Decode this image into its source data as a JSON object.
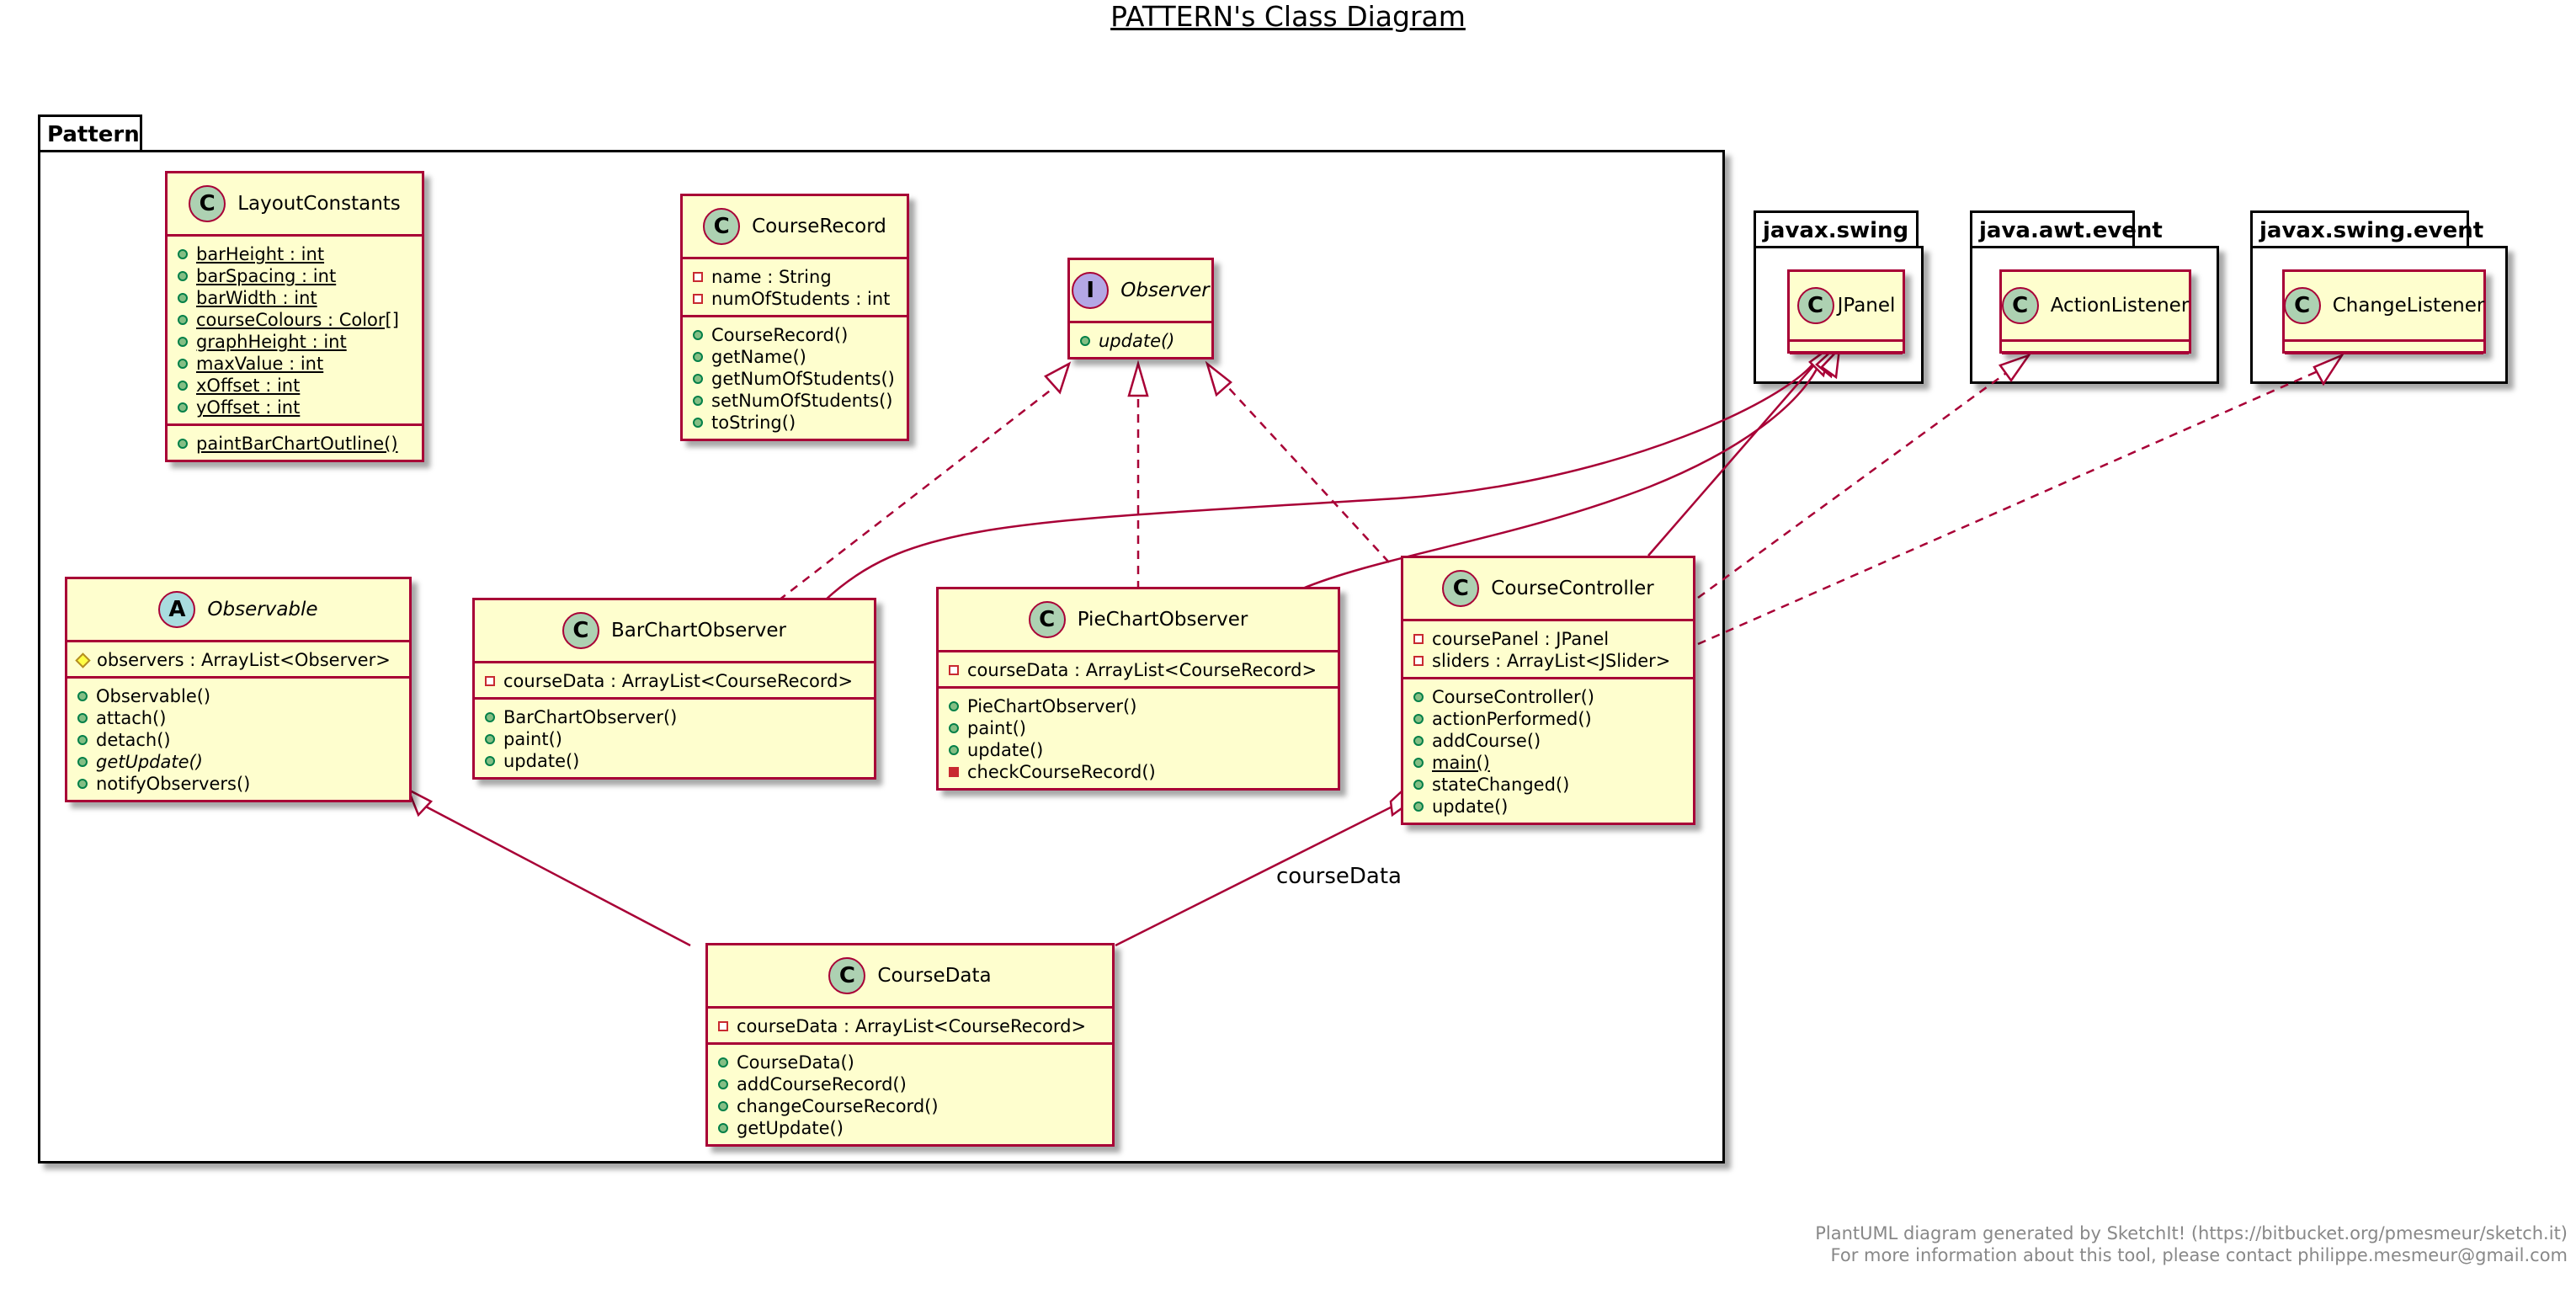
{
  "title": "PATTERN's Class Diagram",
  "packages": {
    "pattern": "Pattern",
    "javax_swing": "javax.swing",
    "java_awt_event": "java.awt.event",
    "javax_swing_event": "javax.swing.event"
  },
  "classes": {
    "layout_constants": {
      "name": "LayoutConstants",
      "kind": "C",
      "fields": [
        "barHeight : int",
        "barSpacing : int",
        "barWidth : int",
        "courseColours : Color[]",
        "graphHeight : int",
        "maxValue : int",
        "xOffset : int",
        "yOffset : int"
      ],
      "methods": [
        "paintBarChartOutline()"
      ]
    },
    "course_record": {
      "name": "CourseRecord",
      "kind": "C",
      "fields": [
        "name : String",
        "numOfStudents : int"
      ],
      "methods": [
        "CourseRecord()",
        "getName()",
        "getNumOfStudents()",
        "setNumOfStudents()",
        "toString()"
      ]
    },
    "observer": {
      "name": "Observer",
      "kind": "I",
      "methods": [
        "update()"
      ]
    },
    "observable": {
      "name": "Observable",
      "kind": "A",
      "fields": [
        "observers : ArrayList<Observer>"
      ],
      "methods": [
        "Observable()",
        "attach()",
        "detach()",
        "getUpdate()",
        "notifyObservers()"
      ]
    },
    "bar_chart_observer": {
      "name": "BarChartObserver",
      "kind": "C",
      "fields": [
        "courseData : ArrayList<CourseRecord>"
      ],
      "methods": [
        "BarChartObserver()",
        "paint()",
        "update()"
      ]
    },
    "pie_chart_observer": {
      "name": "PieChartObserver",
      "kind": "C",
      "fields": [
        "courseData : ArrayList<CourseRecord>"
      ],
      "methods": [
        "PieChartObserver()",
        "paint()",
        "update()",
        "checkCourseRecord()"
      ]
    },
    "course_controller": {
      "name": "CourseController",
      "kind": "C",
      "fields": [
        "coursePanel : JPanel",
        "sliders : ArrayList<JSlider>"
      ],
      "methods": [
        "CourseController()",
        "actionPerformed()",
        "addCourse()",
        "main()",
        "stateChanged()",
        "update()"
      ]
    },
    "course_data": {
      "name": "CourseData",
      "kind": "C",
      "fields": [
        "courseData : ArrayList<CourseRecord>"
      ],
      "methods": [
        "CourseData()",
        "addCourseRecord()",
        "changeCourseRecord()",
        "getUpdate()"
      ]
    },
    "jpanel": {
      "name": "JPanel",
      "kind": "C"
    },
    "action_listener": {
      "name": "ActionListener",
      "kind": "C"
    },
    "change_listener": {
      "name": "ChangeListener",
      "kind": "C"
    }
  },
  "edge_labels": {
    "course_data_aggregation": "courseData"
  },
  "footer": {
    "line1": "PlantUML diagram generated by SketchIt! (https://bitbucket.org/pmesmeur/sketch.it)",
    "line2": "For more information about this tool, please contact philippe.mesmeur@gmail.com"
  },
  "colors": {
    "border": "#a80036",
    "class_bg": "#fefece"
  }
}
